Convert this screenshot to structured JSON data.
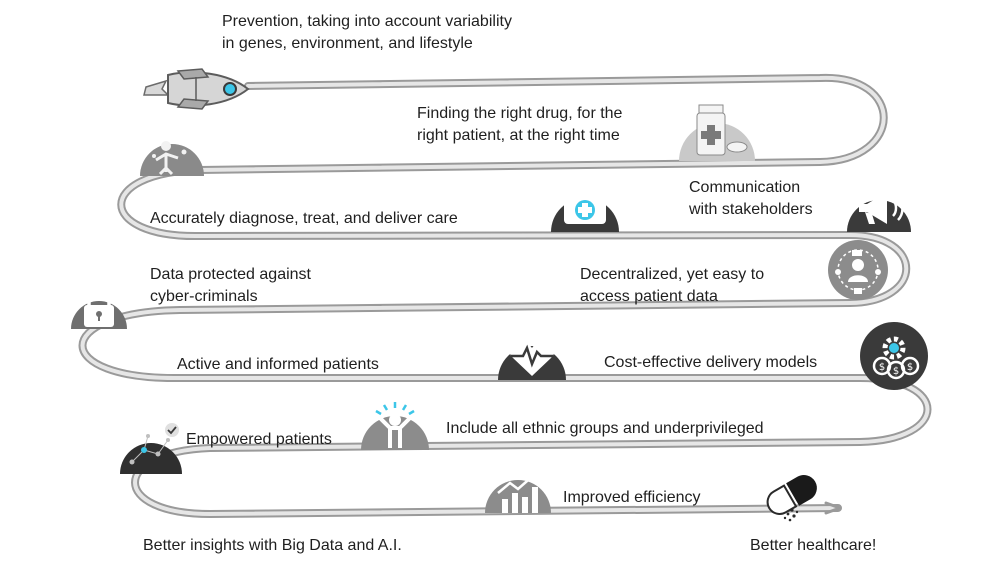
{
  "labels": {
    "prevention_l1": "Prevention, taking into account variability",
    "prevention_l2": "in genes, environment, and lifestyle",
    "drug_l1": "Finding the right drug, for the",
    "drug_l2": "right patient, at the right time",
    "communication_l1": "Communication",
    "communication_l2": "with stakeholders",
    "diagnose": "Accurately diagnose, treat, and deliver care",
    "protected_l1": "Data protected against",
    "protected_l2": "cyber-criminals",
    "decentralized_l1": "Decentralized, yet easy to",
    "decentralized_l2": "access patient data",
    "active": "Active and informed patients",
    "cost": "Cost-effective delivery models",
    "empowered": "Empowered patients",
    "ethnic": "Include all ethnic groups and underprivileged",
    "efficiency": "Improved efficiency",
    "insights": "Better insights with Big Data and A.I.",
    "healthcare": "Better healthcare!"
  },
  "colors": {
    "path_stroke": "#c8c8c8",
    "path_outline": "#9a9a9a",
    "icon_dark": "#3a3a3a",
    "icon_grey": "#8c8c8c",
    "icon_light": "#c9c9c9",
    "accent_blue": "#3cc6e8",
    "text": "#1f1f1f"
  },
  "icons": [
    "rocket-icon",
    "drug-bottle-icon",
    "doctor-icon",
    "medical-kit-icon",
    "megaphone-icon",
    "padlock-icon",
    "network-user-icon",
    "heartbeat-icon",
    "gear-money-icon",
    "data-network-icon",
    "person-ethnic-icon",
    "growth-chart-icon",
    "pill-capsule-icon"
  ]
}
